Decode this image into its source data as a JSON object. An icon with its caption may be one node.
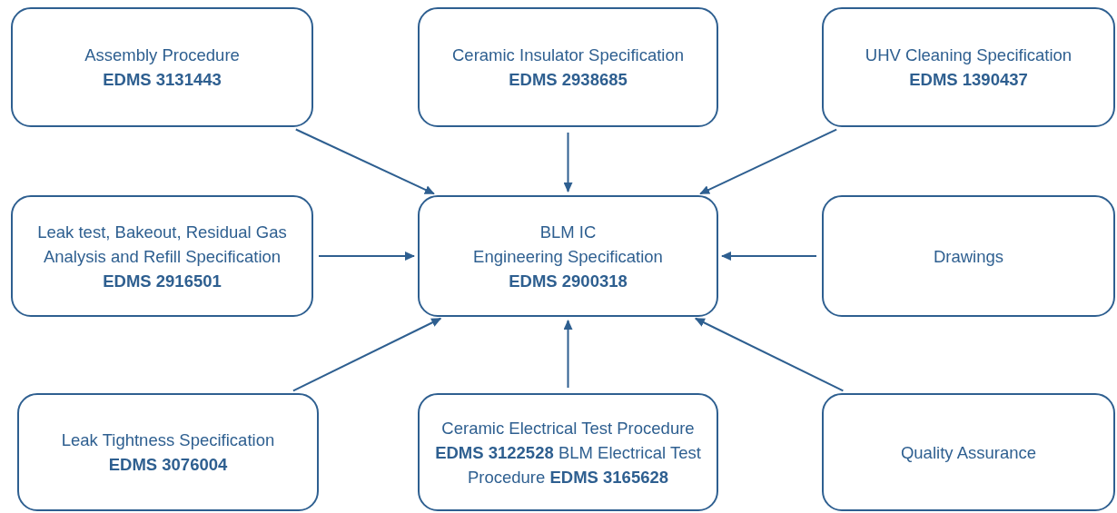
{
  "diagram": {
    "nodes": [
      {
        "text": [
          "Assembly Procedure",
          "EDMS 3131443"
        ]
      },
      {
        "text": [
          "Ceramic Insulator Specification",
          "EDMS 2938685"
        ]
      },
      {
        "text": [
          "UHV Cleaning Specification",
          "EDMS 1390437"
        ]
      },
      {
        "text": [
          "Leak test, Bakeout, Residual Gas Analysis and Refill Specification",
          "EDMS 2916501"
        ]
      },
      {
        "text": [
          "BLM IC",
          "Engineering Specification",
          "EDMS 2900318"
        ]
      },
      {
        "text": [
          "Drawings"
        ]
      },
      {
        "text": [
          "Leak Tightness Specification",
          "EDMS 3076004"
        ]
      },
      {
        "text": [
          "Ceramic Electrical Test Procedure **EDMS 3122528** BLM Electrical Test Procedure **EDMS 3165628**"
        ]
      },
      {
        "text": [
          "Quality Assurance"
        ]
      }
    ],
    "edges": [
      {
        "from": 0,
        "to": 4,
        "arrow": "to"
      },
      {
        "from": 1,
        "to": 4,
        "arrow": "to"
      },
      {
        "from": 2,
        "to": 4,
        "arrow": "to"
      },
      {
        "from": 3,
        "to": 4,
        "arrow": "to"
      },
      {
        "from": 5,
        "to": 4,
        "arrow": "to"
      },
      {
        "from": 6,
        "to": 4,
        "arrow": "to"
      },
      {
        "from": 7,
        "to": 4,
        "arrow": "to"
      },
      {
        "from": 8,
        "to": 4,
        "arrow": "to"
      }
    ]
  }
}
